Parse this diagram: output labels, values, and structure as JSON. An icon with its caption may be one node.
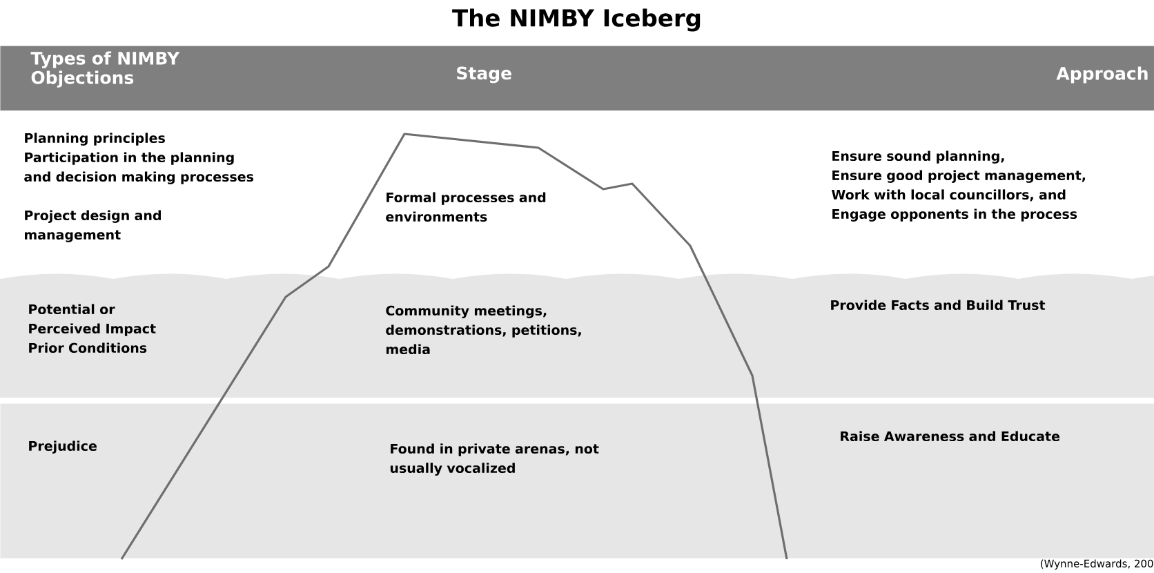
{
  "diagram": {
    "title": "The NIMBY Iceberg",
    "nodes": [
      {
        "text": [
          "Types of NIMBY Objections",
          "Stage",
          "Approach"
        ]
      },
      {
        "text": [
          "Planning principles",
          "Participation in the planning and decision making processes",
          "Project design and management",
          "Formal processes and environments",
          "Ensure sound planning,",
          "Ensure good project management,",
          "Work with local councillors, and",
          "Engage opponents in the process"
        ]
      },
      {
        "text": [
          "Potential or Perceived Impact",
          "Prior Conditions",
          "Community meetings, demonstrations, petitions, media",
          "Provide Facts and Build Trust"
        ]
      },
      {
        "text": [
          "Prejudice",
          "Found in private arenas, not usually vocalized",
          "Raise Awareness and Educate"
        ]
      }
    ],
    "labels": [
      "(Wynne-Edwards, 200"
    ]
  }
}
